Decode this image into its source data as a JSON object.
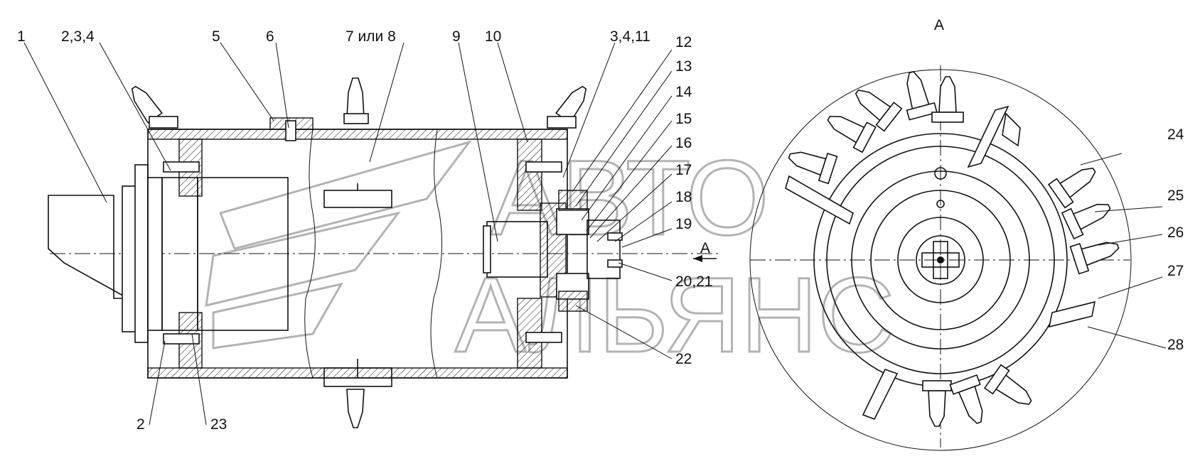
{
  "callouts": {
    "left": [
      "1",
      "2,3,4",
      "5",
      "6",
      "7 или 8",
      "9",
      "10",
      "3,4,11",
      "12",
      "13",
      "14",
      "15",
      "16",
      "17",
      "18",
      "19",
      "20,21",
      "22",
      "2",
      "23"
    ],
    "view_arrow": "A",
    "right": [
      "24",
      "25",
      "26",
      "27",
      "28"
    ]
  },
  "view_title": "A",
  "watermark": {
    "line1": "АВТО",
    "line2": "АЛЬЯНС"
  }
}
